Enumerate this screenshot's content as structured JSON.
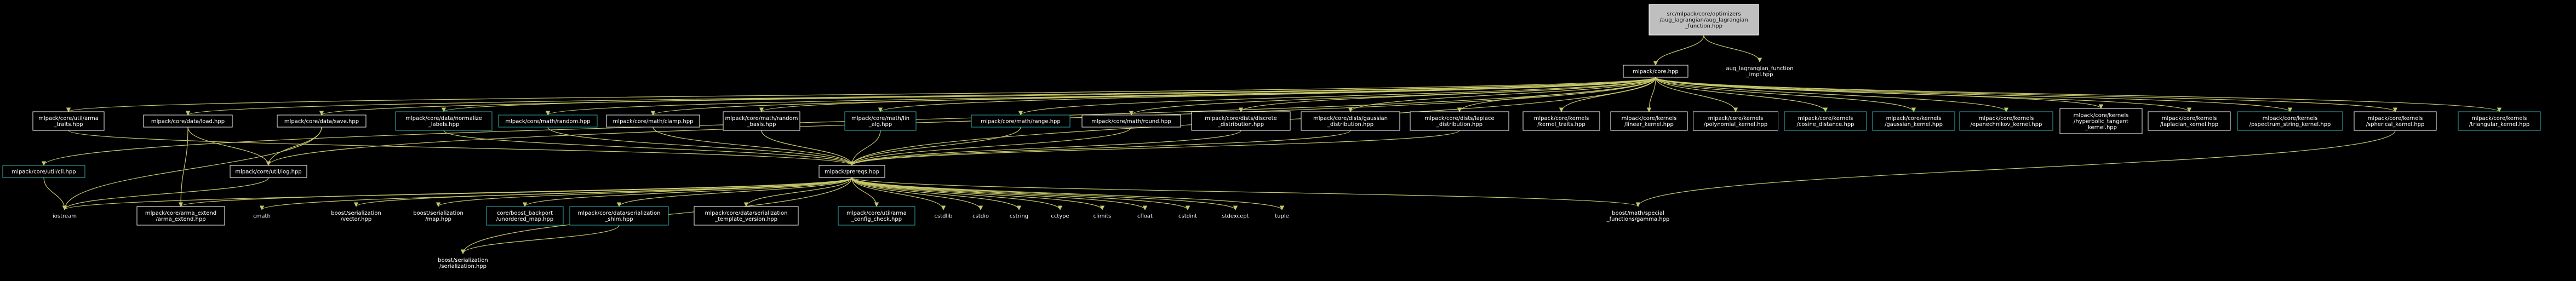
{
  "colors": {
    "background": "#000000",
    "edge": "#c7c76a",
    "text": "#ffffff",
    "node_border_default": "#ffffff",
    "node_border_linked": "#2fb3b3",
    "focus_fill": "#bfbfbf",
    "focus_text": "#000000"
  },
  "nodes": {
    "focus": {
      "lines": [
        "src/mlpack/core/optimizers",
        "/aug_lagrangian/aug_lagrangian",
        "_function.hpp"
      ],
      "style": "focus"
    },
    "core": {
      "lines": [
        "mlpack/core.hpp"
      ],
      "style": "white"
    },
    "impl": {
      "lines": [
        "aug_lagrangian_function",
        "_impl.hpp"
      ],
      "style": "none"
    },
    "arma_traits": {
      "lines": [
        "mlpack/core/util/arma",
        "_traits.hpp"
      ],
      "style": "white"
    },
    "load": {
      "lines": [
        "mlpack/core/data/load.hpp"
      ],
      "style": "white"
    },
    "save": {
      "lines": [
        "mlpack/core/data/save.hpp"
      ],
      "style": "white"
    },
    "normalize_labels": {
      "lines": [
        "mlpack/core/data/normalize",
        "_labels.hpp"
      ],
      "style": "cyan"
    },
    "random": {
      "lines": [
        "mlpack/core/math/random.hpp"
      ],
      "style": "cyan"
    },
    "clamp": {
      "lines": [
        "mlpack/core/math/clamp.hpp"
      ],
      "style": "white"
    },
    "random_basis": {
      "lines": [
        "mlpack/core/math/random",
        "_basis.hpp"
      ],
      "style": "white"
    },
    "lin_alg": {
      "lines": [
        "mlpack/core/math/lin",
        "_alg.hpp"
      ],
      "style": "cyan"
    },
    "range": {
      "lines": [
        "mlpack/core/math/range.hpp"
      ],
      "style": "cyan"
    },
    "round": {
      "lines": [
        "mlpack/core/math/round.hpp"
      ],
      "style": "white"
    },
    "discrete": {
      "lines": [
        "mlpack/core/dists/discrete",
        "_distribution.hpp"
      ],
      "style": "white"
    },
    "gaussian_dist": {
      "lines": [
        "mlpack/core/dists/gaussian",
        "_distribution.hpp"
      ],
      "style": "white"
    },
    "laplace": {
      "lines": [
        "mlpack/core/dists/laplace",
        "_distribution.hpp"
      ],
      "style": "white"
    },
    "kernel_traits": {
      "lines": [
        "mlpack/core/kernels",
        "/kernel_traits.hpp"
      ],
      "style": "white"
    },
    "linear_kernel": {
      "lines": [
        "mlpack/core/kernels",
        "/linear_kernel.hpp"
      ],
      "style": "white"
    },
    "polynomial": {
      "lines": [
        "mlpack/core/kernels",
        "/polynomial_kernel.hpp"
      ],
      "style": "white"
    },
    "cosine": {
      "lines": [
        "mlpack/core/kernels",
        "/cosine_distance.hpp"
      ],
      "style": "cyan"
    },
    "gaussian_kernel": {
      "lines": [
        "mlpack/core/kernels",
        "/gaussian_kernel.hpp"
      ],
      "style": "cyan"
    },
    "epanechnikov": {
      "lines": [
        "mlpack/core/kernels",
        "/epanechnikov_kernel.hpp"
      ],
      "style": "cyan"
    },
    "hyperbolic": {
      "lines": [
        "mlpack/core/kernels",
        "/hyperbolic_tangent",
        "_kernel.hpp"
      ],
      "style": "white"
    },
    "laplacian": {
      "lines": [
        "mlpack/core/kernels",
        "/laplacian_kernel.hpp"
      ],
      "style": "white"
    },
    "pspectrum": {
      "lines": [
        "mlpack/core/kernels",
        "/pspectrum_string_kernel.hpp"
      ],
      "style": "cyan"
    },
    "spherical": {
      "lines": [
        "mlpack/core/kernels",
        "/spherical_kernel.hpp"
      ],
      "style": "white"
    },
    "triangular": {
      "lines": [
        "mlpack/core/kernels",
        "/triangular_kernel.hpp"
      ],
      "style": "cyan"
    },
    "cli_util": {
      "lines": [
        "mlpack/core/util/cli.hpp"
      ],
      "style": "cyan"
    },
    "log": {
      "lines": [
        "mlpack/core/util/log.hpp"
      ],
      "style": "white"
    },
    "prereqs": {
      "lines": [
        "mlpack/prereqs.hpp"
      ],
      "style": "white"
    },
    "iostream": {
      "lines": [
        "iostream"
      ],
      "style": "none"
    },
    "arma_extend": {
      "lines": [
        "mlpack/core/arma_extend",
        "/arma_extend.hpp"
      ],
      "style": "white"
    },
    "cmath": {
      "lines": [
        "cmath"
      ],
      "style": "none"
    },
    "ser_vector": {
      "lines": [
        "boost/serialization",
        "/vector.hpp"
      ],
      "style": "none"
    },
    "ser_map": {
      "lines": [
        "boost/serialization",
        "/map.hpp"
      ],
      "style": "none"
    },
    "unordered_map": {
      "lines": [
        "core/boost_backport",
        "/unordered_map.hpp"
      ],
      "style": "cyan"
    },
    "shim": {
      "lines": [
        "mlpack/core/data/serialization",
        "_shim.hpp"
      ],
      "style": "cyan"
    },
    "template_version": {
      "lines": [
        "mlpack/core/data/serialization",
        "_template_version.hpp"
      ],
      "style": "white"
    },
    "config_check": {
      "lines": [
        "mlpack/core/util/arma",
        "_config_check.hpp"
      ],
      "style": "cyan"
    },
    "cstdlib": {
      "lines": [
        "cstdlib"
      ],
      "style": "none"
    },
    "cstdio": {
      "lines": [
        "cstdio"
      ],
      "style": "none"
    },
    "cstring": {
      "lines": [
        "cstring"
      ],
      "style": "none"
    },
    "cctype": {
      "lines": [
        "cctype"
      ],
      "style": "none"
    },
    "climits": {
      "lines": [
        "climits"
      ],
      "style": "none"
    },
    "cfloat": {
      "lines": [
        "cfloat"
      ],
      "style": "none"
    },
    "cstdint": {
      "lines": [
        "cstdint"
      ],
      "style": "none"
    },
    "stdexcept": {
      "lines": [
        "stdexcept"
      ],
      "style": "none"
    },
    "tuple": {
      "lines": [
        "tuple"
      ],
      "style": "none"
    },
    "gamma": {
      "lines": [
        "boost/math/special",
        "_functions/gamma.hpp"
      ],
      "style": "none"
    },
    "serialization": {
      "lines": [
        "boost/serialization",
        "/serialization.hpp"
      ],
      "style": "none"
    }
  },
  "edges": [
    [
      "focus",
      "core"
    ],
    [
      "focus",
      "impl"
    ],
    [
      "core",
      "arma_traits"
    ],
    [
      "core",
      "load"
    ],
    [
      "core",
      "save"
    ],
    [
      "core",
      "normalize_labels"
    ],
    [
      "core",
      "random"
    ],
    [
      "core",
      "clamp"
    ],
    [
      "core",
      "random_basis"
    ],
    [
      "core",
      "lin_alg"
    ],
    [
      "core",
      "range"
    ],
    [
      "core",
      "round"
    ],
    [
      "core",
      "discrete"
    ],
    [
      "core",
      "gaussian_dist"
    ],
    [
      "core",
      "laplace"
    ],
    [
      "core",
      "kernel_traits"
    ],
    [
      "core",
      "linear_kernel"
    ],
    [
      "core",
      "polynomial"
    ],
    [
      "core",
      "cosine"
    ],
    [
      "core",
      "gaussian_kernel"
    ],
    [
      "core",
      "epanechnikov"
    ],
    [
      "core",
      "hyperbolic"
    ],
    [
      "core",
      "laplacian"
    ],
    [
      "core",
      "pspectrum"
    ],
    [
      "core",
      "spherical"
    ],
    [
      "core",
      "triangular"
    ],
    [
      "core",
      "cli_util"
    ],
    [
      "core",
      "log"
    ],
    [
      "core",
      "prereqs"
    ],
    [
      "cli_util",
      "iostream"
    ],
    [
      "log",
      "iostream"
    ],
    [
      "load",
      "log"
    ],
    [
      "load",
      "arma_extend"
    ],
    [
      "save",
      "log"
    ],
    [
      "save",
      "iostream"
    ],
    [
      "arma_traits",
      "prereqs"
    ],
    [
      "normalize_labels",
      "prereqs"
    ],
    [
      "random",
      "prereqs"
    ],
    [
      "clamp",
      "prereqs"
    ],
    [
      "random_basis",
      "prereqs"
    ],
    [
      "lin_alg",
      "prereqs"
    ],
    [
      "range",
      "prereqs"
    ],
    [
      "round",
      "prereqs"
    ],
    [
      "discrete",
      "prereqs"
    ],
    [
      "gaussian_dist",
      "prereqs"
    ],
    [
      "laplace",
      "prereqs"
    ],
    [
      "spherical",
      "gamma"
    ],
    [
      "prereqs",
      "iostream"
    ],
    [
      "prereqs",
      "arma_extend"
    ],
    [
      "prereqs",
      "cmath"
    ],
    [
      "prereqs",
      "ser_vector"
    ],
    [
      "prereqs",
      "ser_map"
    ],
    [
      "prereqs",
      "unordered_map"
    ],
    [
      "prereqs",
      "shim"
    ],
    [
      "prereqs",
      "template_version"
    ],
    [
      "prereqs",
      "config_check"
    ],
    [
      "prereqs",
      "cstdlib"
    ],
    [
      "prereqs",
      "cstdio"
    ],
    [
      "prereqs",
      "cstring"
    ],
    [
      "prereqs",
      "cctype"
    ],
    [
      "prereqs",
      "climits"
    ],
    [
      "prereqs",
      "cfloat"
    ],
    [
      "prereqs",
      "cstdint"
    ],
    [
      "prereqs",
      "stdexcept"
    ],
    [
      "prereqs",
      "tuple"
    ],
    [
      "prereqs",
      "gamma"
    ],
    [
      "prereqs",
      "serialization"
    ],
    [
      "shim",
      "serialization"
    ]
  ]
}
